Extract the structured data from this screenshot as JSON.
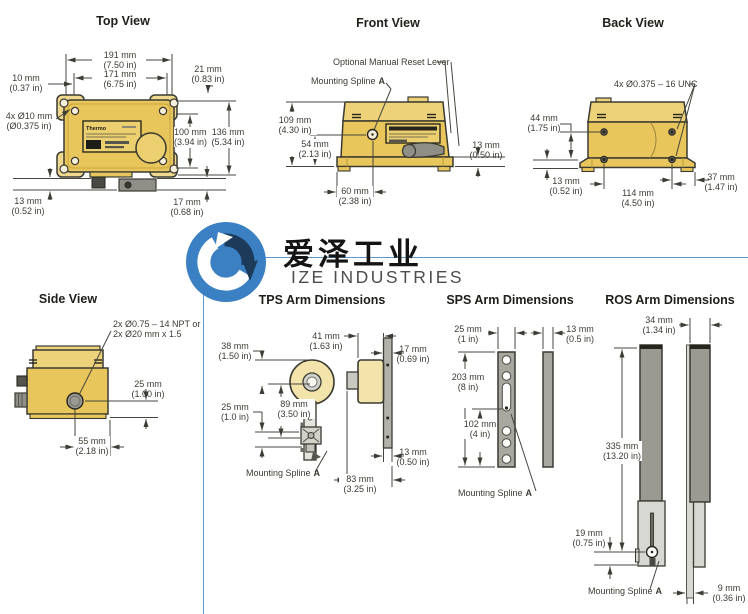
{
  "watermark": {
    "cn": "爱泽工业",
    "en": "IZE INDUSTRIES"
  },
  "titles": {
    "top": "Top View",
    "front": "Front View",
    "back": "Back View",
    "side": "Side View",
    "tps": "TPS Arm Dimensions",
    "sps": "SPS Arm Dimensions",
    "ros": "ROS Arm Dimensions"
  },
  "top": {
    "device_brand": "Thermo",
    "d191": {
      "mm": "191 mm",
      "in": "(7.50 in)"
    },
    "d171": {
      "mm": "171 mm",
      "in": "(6.75 in)"
    },
    "d10": {
      "mm": "10 mm",
      "in": "(0.37 in)"
    },
    "d21": {
      "mm": "21 mm",
      "in": "(0.83 in)"
    },
    "holes": {
      "mm": "4x Ø10 mm",
      "in": "(Ø0.375 in)"
    },
    "d100": {
      "mm": "100 mm",
      "in": "(3.94 in)"
    },
    "d136": {
      "mm": "136 mm",
      "in": "(5.34 in)"
    },
    "d13": {
      "mm": "13 mm",
      "in": "(0.52 in)"
    },
    "d17": {
      "mm": "17 mm",
      "in": "(0.68 in)"
    }
  },
  "front": {
    "reset": "Optional Manual Reset Lever",
    "spline": "Mounting Spline",
    "spline_a": "A",
    "d109": {
      "mm": "109 mm",
      "in": "(4.30 in)"
    },
    "d54": {
      "mm": "54 mm",
      "in": "(2.13 in)"
    },
    "d13": {
      "mm": "13 mm",
      "in": "(0.50 in)"
    },
    "d60": {
      "mm": "60 mm",
      "in": "(2.38 in)"
    }
  },
  "back": {
    "unc": "4x Ø0.375 – 16 UNC",
    "d44": {
      "mm": "44 mm",
      "in": "(1.75 in)"
    },
    "d13": {
      "mm": "13 mm",
      "in": "(0.52 in)"
    },
    "d114": {
      "mm": "114 mm",
      "in": "(4.50 in)"
    },
    "d37": {
      "mm": "37 mm",
      "in": "(1.47 in)"
    }
  },
  "side": {
    "npt": "2x Ø0.75 – 14 NPT  or",
    "metric": "2x Ø20 mm x 1.5",
    "d25": {
      "mm": "25 mm",
      "in": "(1.00 in)"
    },
    "d55": {
      "mm": "55 mm",
      "in": "(2.18 in)"
    }
  },
  "tps": {
    "spline": "Mounting Spline",
    "spline_a": "A",
    "d38": {
      "mm": "38 mm",
      "in": "(1.50 in)"
    },
    "d41": {
      "mm": "41 mm",
      "in": "(1.63 in)"
    },
    "d17": {
      "mm": "17 mm",
      "in": "(0.69 in)"
    },
    "d89": {
      "mm": "89 mm",
      "in": "(3.50 in)"
    },
    "d25": {
      "mm": "25 mm",
      "in": "(1.0 in)"
    },
    "d13": {
      "mm": "13 mm",
      "in": "(0.50 in)"
    },
    "d83": {
      "mm": "83 mm",
      "in": "(3.25 in)"
    }
  },
  "sps": {
    "spline": "Mounting Spline",
    "spline_a": "A",
    "d25": {
      "mm": "25 mm",
      "in": "(1 in)"
    },
    "d13": {
      "mm": "13 mm",
      "in": "(0.5 in)"
    },
    "d203": {
      "mm": "203 mm",
      "in": "(8 in)"
    },
    "d102": {
      "mm": "102 mm",
      "in": "(4 in)"
    }
  },
  "ros": {
    "spline": "Mounting Spline",
    "spline_a": "A",
    "d34": {
      "mm": "34 mm",
      "in": "(1.34 in)"
    },
    "d335": {
      "mm": "335 mm",
      "in": "(13.20 in)"
    },
    "d19": {
      "mm": "19 mm",
      "in": "(0.75 in)"
    },
    "d9": {
      "mm": "9 mm",
      "in": "(0.36 in)"
    }
  }
}
